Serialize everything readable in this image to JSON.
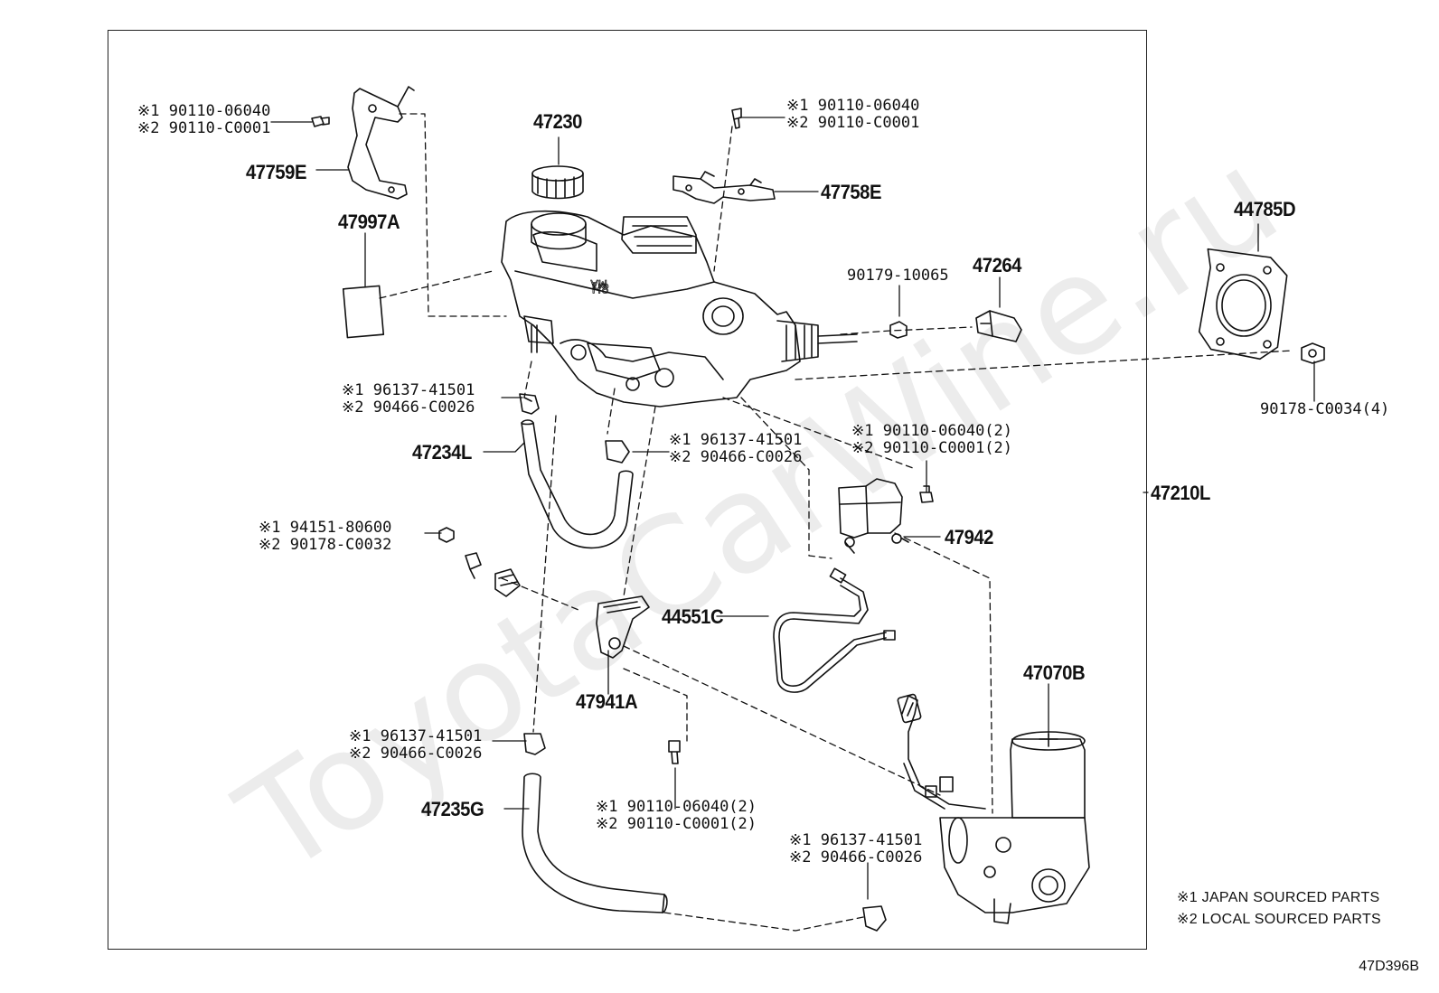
{
  "watermark": "ToyotaCarWine.ru",
  "diagram_code": "47D396B",
  "notes": {
    "line1": "※1 JAPAN SOURCED PARTS",
    "line2": "※2 LOCAL SOURCED PARTS"
  },
  "parts": {
    "bolt_bracket_e": {
      "l1": "※1 90110-06040",
      "l2": "※2 90110-C0001"
    },
    "bracket_47759E": "47759E",
    "label_47997A": "47997A",
    "cap_47230": "47230",
    "bolt_top": {
      "l1": "※1 90110-06040",
      "l2": "※2 90110-C0001"
    },
    "bracket_47758E": "47758E",
    "gasket_44785D": "44785D",
    "nut_90179": "90179-10065",
    "part_47264": "47264",
    "nut_90178_4": "90178-C0034(4)",
    "clip_left": {
      "l1": "※1 96137-41501",
      "l2": "※2 90466-C0026"
    },
    "hose_47234L": "47234L",
    "clip_mid": {
      "l1": "※1 96137-41501",
      "l2": "※2 90466-C0026"
    },
    "bolt_right_2": {
      "l1": "※1 90110-06040(2)",
      "l2": "※2 90110-C0001(2)"
    },
    "assembly_47210L": "47210L",
    "bracket_47942": "47942",
    "nut_94151": {
      "l1": "※1 94151-80600",
      "l2": "※2 90178-C0032"
    },
    "tube_44551C": "44551C",
    "pump_47070B": "47070B",
    "bracket_47941A": "47941A",
    "clip_lower": {
      "l1": "※1 96137-41501",
      "l2": "※2 90466-C0026"
    },
    "hose_47235G": "47235G",
    "bolt_lower_2": {
      "l1": "※1 90110-06040(2)",
      "l2": "※2 90110-C0001(2)"
    },
    "clip_pump": {
      "l1": "※1 96137-41501",
      "l2": "※2 90466-C0026"
    }
  }
}
